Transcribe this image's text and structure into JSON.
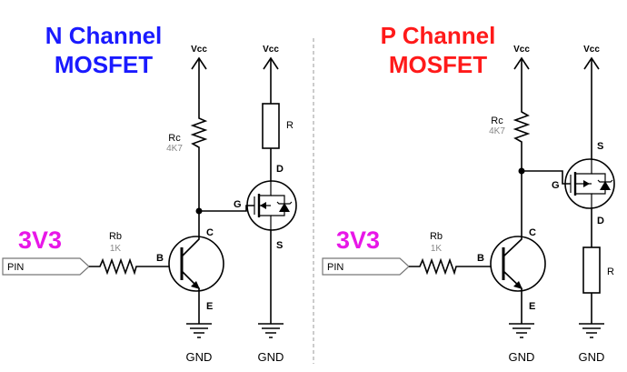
{
  "n_channel": {
    "title_line1": "N Channel",
    "title_line2": "MOSFET",
    "title_color": "#1a1aff",
    "voltage": "3V3",
    "pin_label": "PIN",
    "rb": {
      "name": "Rb",
      "value": "1K"
    },
    "rc": {
      "name": "Rc",
      "value": "4K7"
    },
    "r_load": "R",
    "vcc_left": "Vcc",
    "vcc_right": "Vcc",
    "gnd_left": "GND",
    "gnd_right": "GND",
    "bjt": {
      "b": "B",
      "c": "C",
      "e": "E"
    },
    "mosfet": {
      "g": "G",
      "d": "D",
      "s": "S"
    }
  },
  "p_channel": {
    "title_line1": "P Channel",
    "title_line2": "MOSFET",
    "title_color": "#ff1a1a",
    "voltage": "3V3",
    "pin_label": "PIN",
    "rb": {
      "name": "Rb",
      "value": "1K"
    },
    "rc": {
      "name": "Rc",
      "value": "4K7"
    },
    "r_load": "R",
    "vcc_left": "Vcc",
    "vcc_right": "Vcc",
    "gnd_left": "GND",
    "gnd_right": "GND",
    "bjt": {
      "b": "B",
      "c": "C",
      "e": "E"
    },
    "mosfet": {
      "g": "G",
      "s": "S",
      "d": "D"
    }
  },
  "colors": {
    "voltage_label": "#e817e8",
    "wire": "#000000",
    "divider": "#999999",
    "resistor_value": "#888888"
  }
}
